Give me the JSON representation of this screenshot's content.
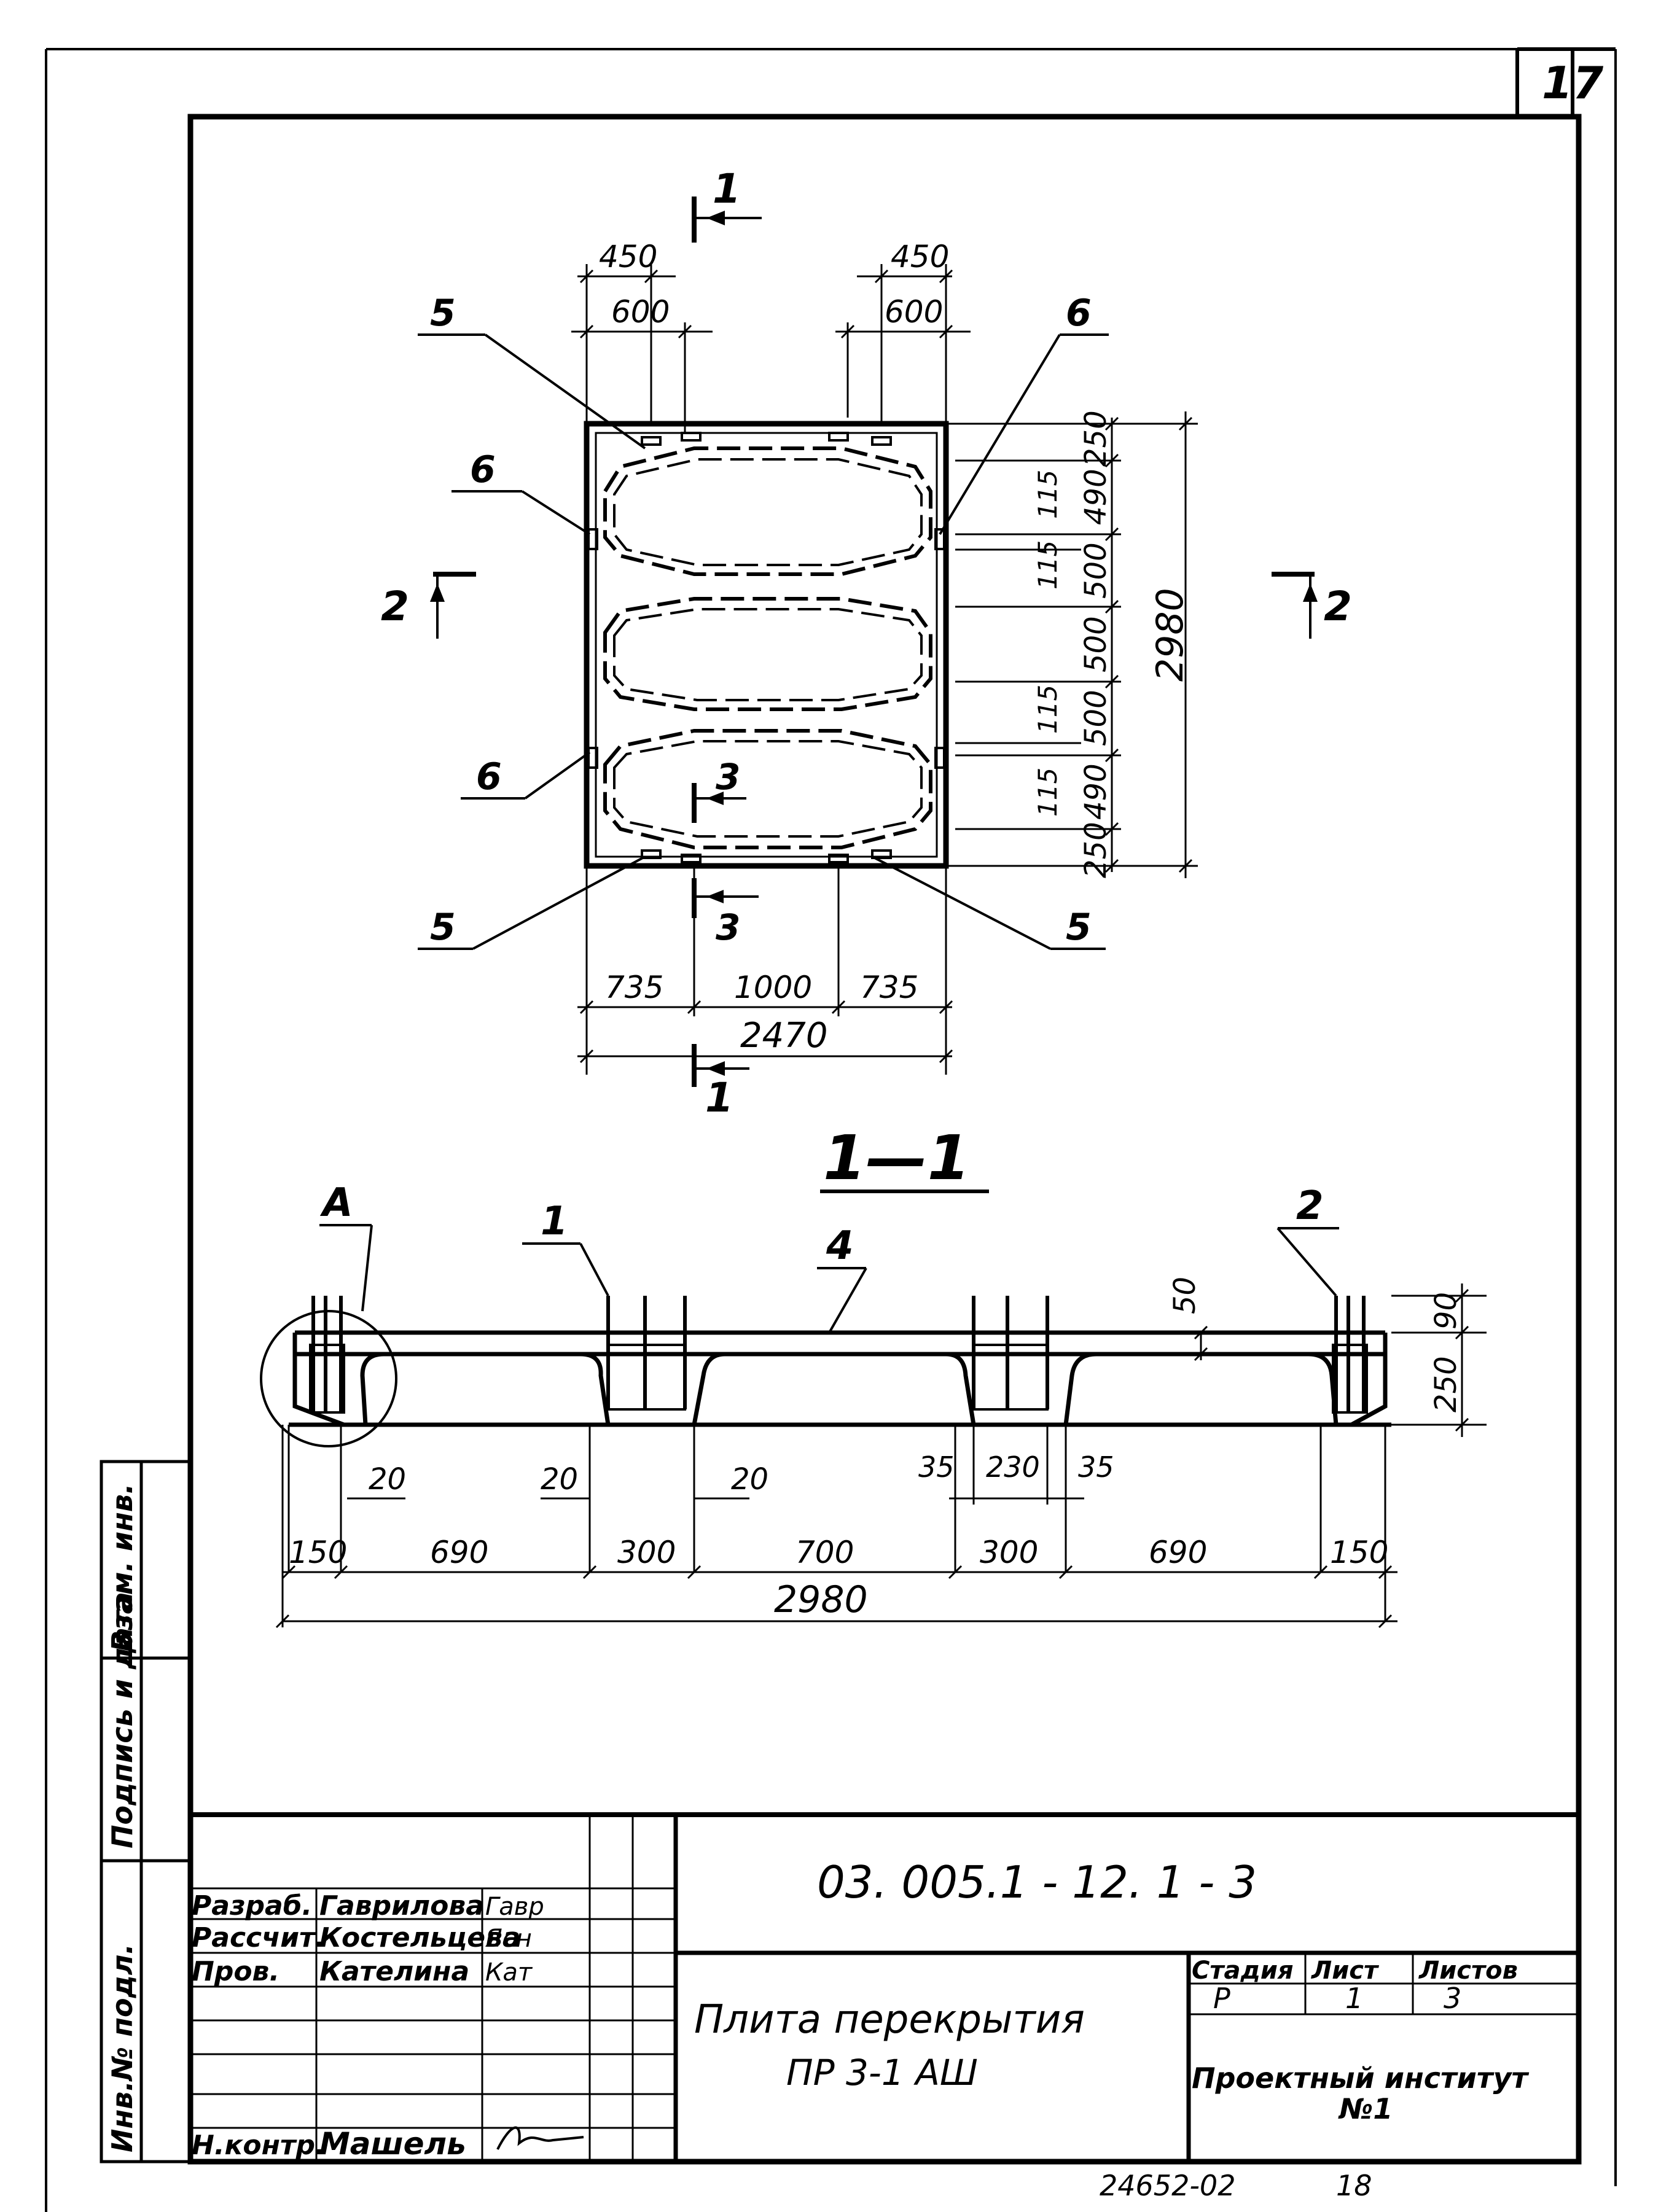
{
  "sheet": {
    "page_number": "17",
    "archive_number": "24652-02",
    "archive_page": "18"
  },
  "plan": {
    "section_markers": [
      "1",
      "1",
      "2",
      "2",
      "3",
      "3"
    ],
    "dims_top": [
      "450",
      "600",
      "450",
      "600"
    ],
    "dims_bottom": [
      "735",
      "1000",
      "735"
    ],
    "dim_total_width": "2470",
    "dims_right": [
      "250",
      "490",
      "500",
      "500",
      "500",
      "490",
      "250"
    ],
    "dims_right_small": [
      "115",
      "115",
      "115",
      "115"
    ],
    "dim_total_height": "2980",
    "callouts": [
      "5",
      "6",
      "6",
      "6",
      "5",
      "5"
    ]
  },
  "section": {
    "title": "1—1",
    "callouts": [
      "A",
      "1",
      "4",
      "2"
    ],
    "dims_vertical": [
      "50",
      "90",
      "250"
    ],
    "dims_small": [
      "20",
      "20",
      "20",
      "35",
      "230",
      "35"
    ],
    "dims_main": [
      "150",
      "690",
      "300",
      "700",
      "300",
      "690",
      "150"
    ],
    "dim_total": "2980"
  },
  "side_stamp": {
    "labels": [
      "Взам. инв.",
      "Подпись и дата",
      "Инв.№ подл."
    ]
  },
  "title_block": {
    "rows": [
      {
        "role": "Разраб.",
        "name": "Гаврилова",
        "sign": "Гавр"
      },
      {
        "role": "Рассчит.",
        "name": "Костельцева",
        "sign": "Ясн"
      },
      {
        "role": "Пров.",
        "name": "Кателина",
        "sign": "Кат"
      },
      {
        "role": "Н.контр.",
        "name": "Машель",
        "sign": ""
      }
    ],
    "designation": "03. 005.1 - 12. 1 - 3",
    "name_line1": "Плита перекрытия",
    "name_line2": "ПР 3-1 АШ",
    "stage_header": "Стадия",
    "sheet_header": "Лист",
    "sheets_header": "Листов",
    "stage": "Р",
    "sheet_no": "1",
    "sheets_total": "3",
    "organization_line1": "Проектный институт",
    "organization_line2": "№1"
  }
}
